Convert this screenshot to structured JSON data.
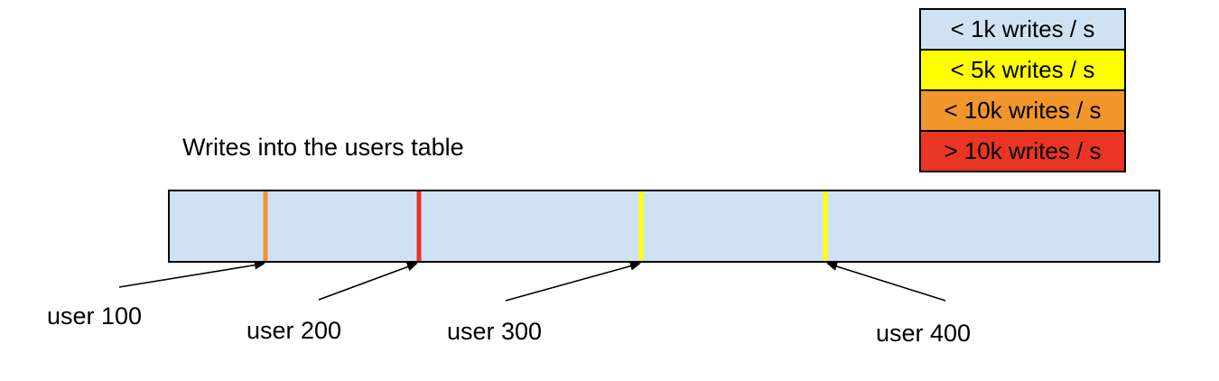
{
  "title": "Writes into the users table",
  "legend": {
    "items": [
      {
        "label": "< 1k writes / s",
        "color": "#cfe2f3"
      },
      {
        "label": "< 5k writes / s",
        "color": "#ffff00"
      },
      {
        "label": "< 10k writes / s",
        "color": "#f0962b"
      },
      {
        "label": "> 10k writes / s",
        "color": "#e93524"
      }
    ]
  },
  "bar": {
    "fill": "#cfe2f3",
    "hotspots": [
      {
        "user": "user 100",
        "color": "#f0962b",
        "rate_bucket": "< 10k writes / s",
        "x_pct": 9.7
      },
      {
        "user": "user 200",
        "color": "#e93524",
        "rate_bucket": "> 10k writes / s",
        "x_pct": 25.2
      },
      {
        "user": "user 300",
        "color": "#ffff00",
        "rate_bucket": "< 5k writes / s",
        "x_pct": 47.7
      },
      {
        "user": "user 400",
        "color": "#ffff00",
        "rate_bucket": "< 5k writes / s",
        "x_pct": 66.3
      }
    ]
  }
}
